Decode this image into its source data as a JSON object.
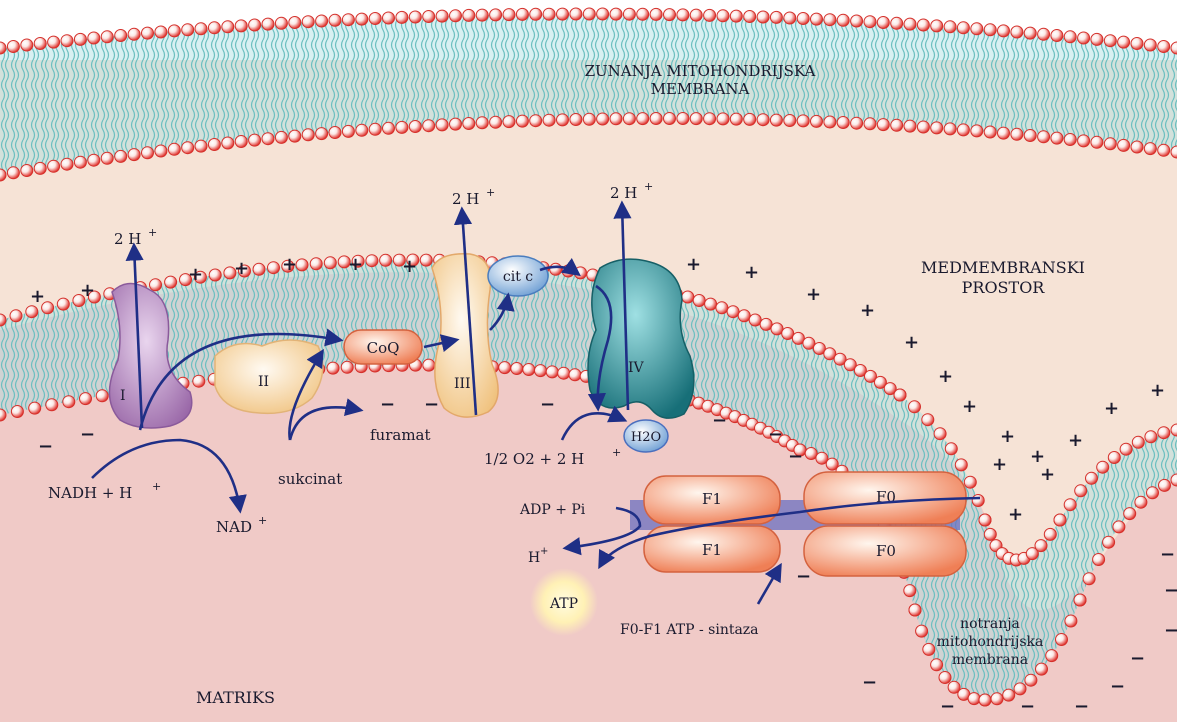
{
  "labels": {
    "outer_membrane": [
      "ZUNANJA MITOHONDRIJSKA",
      "MEMBRANA"
    ],
    "intermembrane_space": [
      "MEDMEMBRANSKI",
      "PROSTOR"
    ],
    "inner_membrane": [
      "notranja",
      "mitohondrijska",
      "membrana"
    ],
    "matrix": "MATRIKS",
    "complex_1": "I",
    "complex_2": "II",
    "complex_3": "III",
    "complex_4": "IV",
    "coq": "CoQ",
    "cyt_c": "cit c",
    "proton_pump": "2 H",
    "nadh": "NADH + H",
    "nad": "NAD",
    "succinate": "sukcinat",
    "fumarate": "furamat",
    "oxygen": "1/2 O2 + 2 H",
    "water": "H2O",
    "f1": "F1",
    "f0": "F0",
    "adp": "ADP + Pi",
    "h_plus": "H",
    "atp": "ATP",
    "atp_synthase": "F0-F1 ATP - sintaza",
    "plus": "+",
    "minus": "−",
    "superscript_plus": "+"
  },
  "colors": {
    "background_space": "#f6e3d6",
    "matrix": "#f1c9c6",
    "membrane_tail": "#3aa6a4",
    "membrane_core": "#a9dde3",
    "head": "#e8312f",
    "arrow": "#1f2f86",
    "complex_1": "#b98ac2",
    "complex_2": "#f5d09c",
    "complex_3": "#f2c48e",
    "complex_4": "#2d8f97",
    "coq": "#f08a64",
    "cyt_c": "#9fc7e8",
    "water": "#8ea6d8",
    "f_unit": "#f29c86",
    "stalk": "#6b6fc0",
    "atp_glow": "#fff2b8"
  }
}
